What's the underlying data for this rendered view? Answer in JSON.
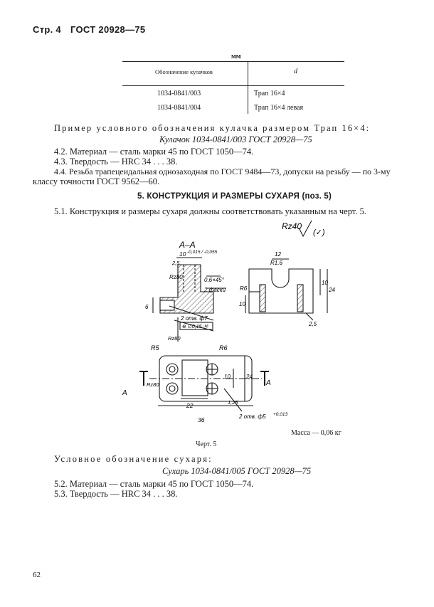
{
  "header": {
    "page_label": "Стр. 4",
    "standard": "ГОСТ 20928—75"
  },
  "table": {
    "unit": "мм",
    "col1_header": "Обозначение кулачков",
    "col2_header": "d",
    "rows": [
      {
        "code": "1034-0841/003",
        "thread": "Трап 16×4"
      },
      {
        "code": "1034-0841/004",
        "thread": "Трап 16×4 левая"
      }
    ]
  },
  "designation_example": {
    "lead": "Пример условного обозначения кулачка размером Трап 16×4:",
    "value": "Кулачок 1034-0841/003 ГОСТ 20928—75"
  },
  "paragraphs": {
    "p4_2": "4.2. Материал — сталь марки 45 по ГОСТ 1050—74.",
    "p4_3": "4.3. Твердость — HRC 34 . . . 38.",
    "p4_4_line1": "4.4. Резьба трапецеидальная однозаходная по ГОСТ 9484—73, допуски на резьбу — по 3-му",
    "p4_4_line2": "классу точности ГОСТ 9562—60."
  },
  "section5": {
    "title": "5. КОНСТРУКЦИЯ И РАЗМЕРЫ СУХАРЯ (поз. 5)",
    "p5_1": "5.1. Конструкция и размеры сухаря должны соответствовать указанным на черт. 5."
  },
  "drawing": {
    "roughness_main": "Rz40",
    "roughness_paren": "(✓)",
    "section_label": "А–А",
    "dim_10": "10",
    "dim_10_tol": "-0,015 / -0,055",
    "dim_2_5": "2,5",
    "rz80_a": "Rz80",
    "chamfer": "0,6×45°",
    "chamfers_note": "2 фаски",
    "dim_6": "6",
    "holes_note": "2 отв. ф7",
    "tolerance_frame": "⊕ ∅0,15 Ⓜ",
    "rz80_b": "Rz80",
    "dim_12": "12",
    "r1_6": "R1,6",
    "r6_side": "R6",
    "dim_10_side": "10",
    "dim_24_side": "24",
    "dim_10_low": "10",
    "dim_2_5_b": "2,5",
    "r5": "R5",
    "r6": "R6",
    "rz80_c": "Rz80",
    "box_10": "10",
    "dim_24": "24",
    "box_22": "22",
    "dim_36": "36",
    "dim_1_25": "1,25",
    "holes_5": "2 отв. ф5",
    "holes_5_tol": "+0,013",
    "arrow_a_left": "А",
    "arrow_a_right": "А",
    "mass": "Масса — 0,06 кг",
    "caption": "Черт. 5"
  },
  "designation_block": {
    "lead": "Условное обозначение сухаря:",
    "value": "Сухарь 1034-0841/005 ГОСТ 20928—75"
  },
  "paragraphs2": {
    "p5_2": "5.2. Материал — сталь марки 45 по ГОСТ 1050—74.",
    "p5_3": "5.3. Твердость — HRC 34 . . . 38."
  },
  "footer": {
    "page_number": "62"
  }
}
